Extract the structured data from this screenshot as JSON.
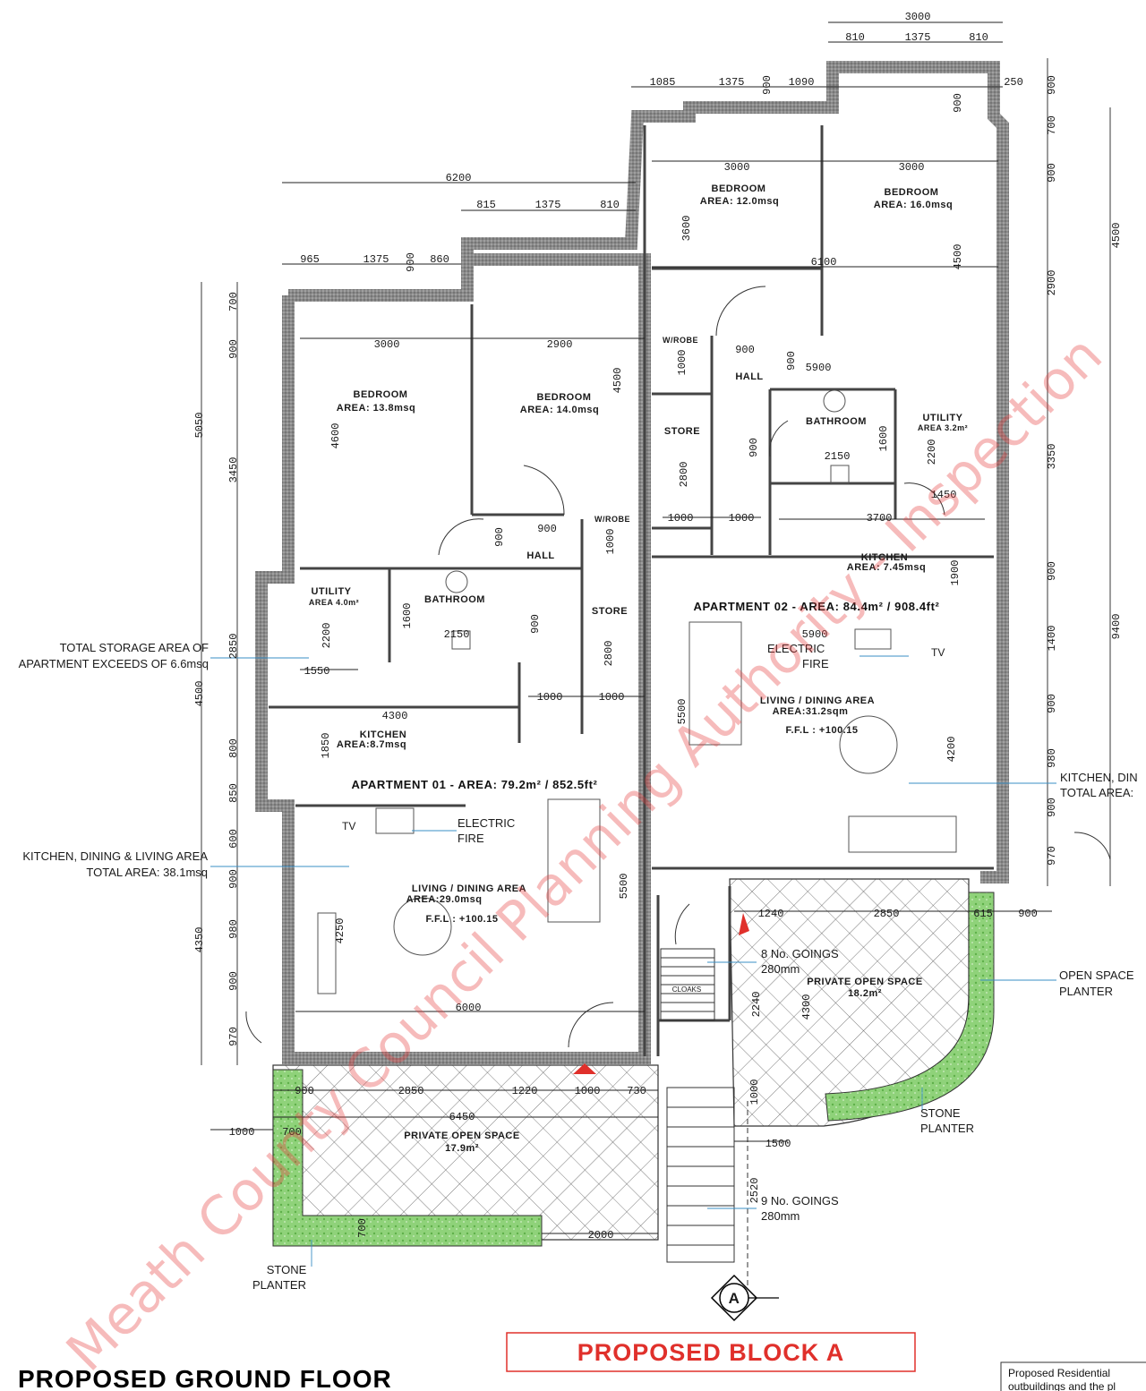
{
  "drawing": {
    "title": "PROPOSED GROUND FLOOR",
    "block_label": "PROPOSED BLOCK A",
    "section_marker": "A",
    "info_box_text": "Proposed Residential",
    "info_box_text2": "outbuildings and the pl",
    "watermark": "Meath County Council Planning Authority - Inspection",
    "colors": {
      "wall": "#777777",
      "planter": "#7fc96b",
      "dim_line": "#222222",
      "watermark": "#e63c3c",
      "block_label": "#e0302b"
    }
  },
  "apartment_01": {
    "label": "APARTMENT 01 - AREA: 79.2m² / 852.5ft²",
    "bedroom_1": {
      "name": "BEDROOM",
      "area": "AREA: 13.8msq"
    },
    "bedroom_2": {
      "name": "BEDROOM",
      "area": "AREA: 14.0msq"
    },
    "utility": {
      "name": "UTILITY",
      "area": "AREA 4.0m²"
    },
    "bathroom": "BATHROOM",
    "hall": "HALL",
    "wrobe": "W/ROBE",
    "store": "STORE",
    "kitchen": {
      "name": "KITCHEN",
      "area": "AREA:8.7msq"
    },
    "living": {
      "name": "LIVING / DINING AREA",
      "area": "AREA:29.0msq",
      "ffl": "F.F.L : +100.15"
    },
    "fire": [
      "ELECTRIC",
      "FIRE"
    ],
    "tv": "TV",
    "pos": {
      "name": "PRIVATE OPEN SPACE",
      "area": "17.9m²"
    }
  },
  "apartment_02": {
    "label": "APARTMENT 02 - AREA: 84.4m² / 908.4ft²",
    "bedroom_1": {
      "name": "BEDROOM",
      "area": "AREA: 12.0msq"
    },
    "bedroom_2": {
      "name": "BEDROOM",
      "area": "AREA: 16.0msq"
    },
    "utility": {
      "name": "UTILITY",
      "area": "AREA 3.2m²"
    },
    "bathroom": "BATHROOM",
    "hall": "HALL",
    "wrobe": "W/ROBE",
    "store": "STORE",
    "kitchen": {
      "name": "KITCHEN",
      "area": "AREA: 7.45msq"
    },
    "living": {
      "name": "LIVING / DINING AREA",
      "area": "AREA:31.2sqm",
      "ffl": "F.F.L : +100.15"
    },
    "fire": [
      "ELECTRIC",
      "FIRE"
    ],
    "tv": "TV",
    "cloaks": "CLOAKS",
    "pos": {
      "name": "PRIVATE OPEN SPACE",
      "area": "18.2m²"
    },
    "stairs_upper": [
      "8 No. GOINGS",
      "280mm"
    ],
    "stairs_lower": [
      "9 No. GOINGS",
      "280mm"
    ]
  },
  "notes": {
    "storage": [
      "TOTAL STORAGE AREA OF",
      "APARTMENT EXCEEDS OF 6.6msq"
    ],
    "kdl_left": [
      "KITCHEN, DINING & LIVING AREA",
      "TOTAL AREA: 38.1msq"
    ],
    "kdl_right": [
      "KITCHEN, DIN",
      "TOTAL AREA:"
    ],
    "open_space_planter": [
      "OPEN SPACE",
      "PLANTER"
    ],
    "stone_planter_right": [
      "STONE",
      "PLANTER"
    ],
    "stone_planter_left": [
      "STONE",
      "PLANTER"
    ]
  },
  "dimensions": {
    "top_3000": "3000",
    "top_810a": "810",
    "top_1375": "1375",
    "top_810b": "810",
    "r2_1085": "1085",
    "r2_1375": "1375",
    "r2_900": "900",
    "r2_1090": "1090",
    "r2_250": "250",
    "r3_6200": "6200",
    "r3_815": "815",
    "r3_1375": "1375",
    "r3_810": "810",
    "r4_965": "965",
    "r4_1375": "1375",
    "r4_900": "900",
    "r4_860": "860",
    "bed_3000a": "3000",
    "bed_3000b": "3000",
    "bed_3600": "3600",
    "bed_4500v": "4500",
    "bed_6100": "6100",
    "bed_3000c": "3000",
    "bed_2900": "2900",
    "bed_4500b": "4500",
    "bed_4600": "4600",
    "hall_900a": "900",
    "hall_900b": "900",
    "wr_1000a": "1000",
    "r_5900a": "5900",
    "bath_1600a": "1600",
    "bath_2150a": "2150",
    "st_2800a": "2800",
    "d_1000a": "1000",
    "d_1000b": "1000",
    "r_3700": "3700",
    "r_1450": "1450",
    "util_2200a": "2200",
    "k_1900": "1900",
    "hall_900c": "900",
    "hall_900d": "900",
    "wr_1000b": "1000",
    "util_2200b": "2200",
    "bath_1600b": "1600",
    "bath_2150b": "2150",
    "l_1550": "1550",
    "st_2800b": "2800",
    "d_1000c": "1000",
    "d_1000d": "1000",
    "l_4300": "4300",
    "k_1850": "1850",
    "r_5900b": "5900",
    "r_5500": "5500",
    "r_4200": "4200",
    "l_5500": "5500",
    "l_4250": "4250",
    "l_6000": "6000",
    "p_1240": "1240",
    "p_2850": "2850",
    "p_615": "615",
    "p_900": "900",
    "p_2240": "2240",
    "p_4300": "4300",
    "b_900": "900",
    "b_2850": "2850",
    "b_1220": "1220",
    "b_1000": "1000",
    "b_730": "730",
    "b_6450": "6450",
    "b_1000l": "1000",
    "b_700a": "700",
    "b_700b": "700",
    "b_2000": "2000",
    "s_1000": "1000",
    "s_1500": "1500",
    "s_2520": "2520",
    "ll_5050": "5050",
    "ll_4500": "4500",
    "ll_4350": "4350",
    "lm_700": "700",
    "lm_900a": "900",
    "lm_3450": "3450",
    "lm_2850": "2850",
    "lm_800": "800",
    "lm_850": "850",
    "lm_600": "600",
    "lm_900b": "900",
    "lm_980": "980",
    "lm_900c": "900",
    "lm_970": "970",
    "rr_900a": "900",
    "rr_700": "700",
    "rr_900b": "900",
    "rr_2900": "2900",
    "rr_3350": "3350",
    "rr_900c": "900",
    "rr_1400": "1400",
    "rr_900d": "900",
    "rr_980": "980",
    "rr_900e": "900",
    "rr_970": "970",
    "rr_4500": "4500",
    "rr_9400": "9400"
  }
}
